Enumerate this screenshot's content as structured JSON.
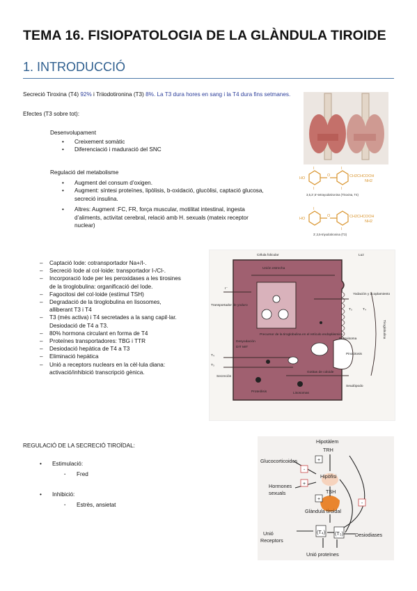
{
  "title": "TEMA 16. FISIOPATOLOGIA DE LA GLÀNDULA TIROIDE",
  "section": "1. INTRODUCCIÓ",
  "intro": {
    "a": "Secreció Tiroxina (T4) ",
    "b": "92%",
    "c": " i Triiodotironina (T3) ",
    "d": "8%. La T3 dura hores en sang i la T4 dura fins setmanes."
  },
  "effects_title": "Efectes (T3 sobre tot):",
  "dev_title": "Desenvolupament",
  "dev_items": [
    "Creixement somàtic",
    "Diferenciació i maduració del SNC"
  ],
  "met_title": "Regulació del metabolisme",
  "met_items": [
    "Augment del consum d’oxigen.",
    "Augment: síntesi proteïnes, lipòlisis, b-oxidació, glucòlisi, captació glucosa,",
    "secreció insulina.",
    "Altres: Augment :FC, FR, força muscular, motilitat intestinal, ingesta",
    "d’aliments, activitat cerebral, relació amb H. sexuals (mateix receptor",
    "nuclear)"
  ],
  "process_items": [
    "Captació Iode: cotransportador Na+/I-.",
    "Secreció Iode al col·loide: transportador I-/Cl-.",
    "Incorporació Iode per les peroxidases a les tirosines",
    "de la tiroglobulina: organificació del Iode.",
    "Fagocitosi del col·loide (estímul TSH)",
    "Degradació de la tiroglobulina en lisosomes,",
    "alliberant T3 i T4",
    "T3 (més activa) i T4 secretades a la sang capil·lar.",
    "Desiodació de T4 a T3.",
    "80% hormona circulant en forma de T4",
    "Proteïnes transportadores: TBG i TTR",
    "Desiodació hepàtica de T4 a T3",
    "Eliminació hepàtica",
    "Unió a receptors nuclears en la cèl·lula diana:",
    "activació/inhibició transcripció gènica."
  ],
  "regulation_title": "REGULACIÓ DE LA SECRECIÓ TIROÏDAL:",
  "stim_label": "Estimulació:",
  "stim_items": [
    "Fred"
  ],
  "inhib_label": "Inhibició:",
  "inhib_items": [
    "Estrès, ansietat"
  ],
  "fig1": {
    "molecule1": "3,5,3’,5’-tetrayodotironina (Tiroxina, T4)",
    "molecule2": "3’,3,5-triyodotironina (T3)",
    "group": "CH2CHCOOH",
    "nh2": "NH2",
    "ho": "HO",
    "o": "O",
    "i": "I"
  },
  "fig2": {
    "cell": "Célula folicular",
    "junction": "Unión estrecha",
    "lumen": "Luz",
    "transporter": "Transportador de yoduro",
    "iodide": "I⁻",
    "peroxisome": "Peroxisoma",
    "iodination": "Yodación y acoplamiento",
    "tg_precursor": "Precursor de la tiroglobulina en el retículo endoplásmico",
    "colloid": "Gotitas de coloide",
    "pinocytosis": "Pinocitosis",
    "seudopod": "Seudópodo",
    "lysosome": "Lisosomas",
    "proteolysis": "Proteólisis",
    "deiodination": "Desyodación",
    "secretion": "Secreción",
    "thyroglobulin": "Tiroglobulina",
    "t3": "T₃",
    "t4": "T₄",
    "dit": "DIT MIT"
  },
  "fig3": {
    "hypothalamus": "Hipotàlem",
    "trh": "TRH",
    "glucocorticoids": "Glucocorticoides",
    "hypophysis": "Hipòfisi",
    "hormones1": "Hormones",
    "hormones2": "sexuals",
    "tsh": "TSH",
    "gland": "Glàndula tiroidal",
    "t4": "(T₄)",
    "t3": "(T₃)",
    "receptors1": "Unió",
    "receptors2": "Receptors",
    "deiodinases": "Desiodiases",
    "proteins": "Unió proteïnes",
    "plus": "+",
    "minus": "-"
  }
}
